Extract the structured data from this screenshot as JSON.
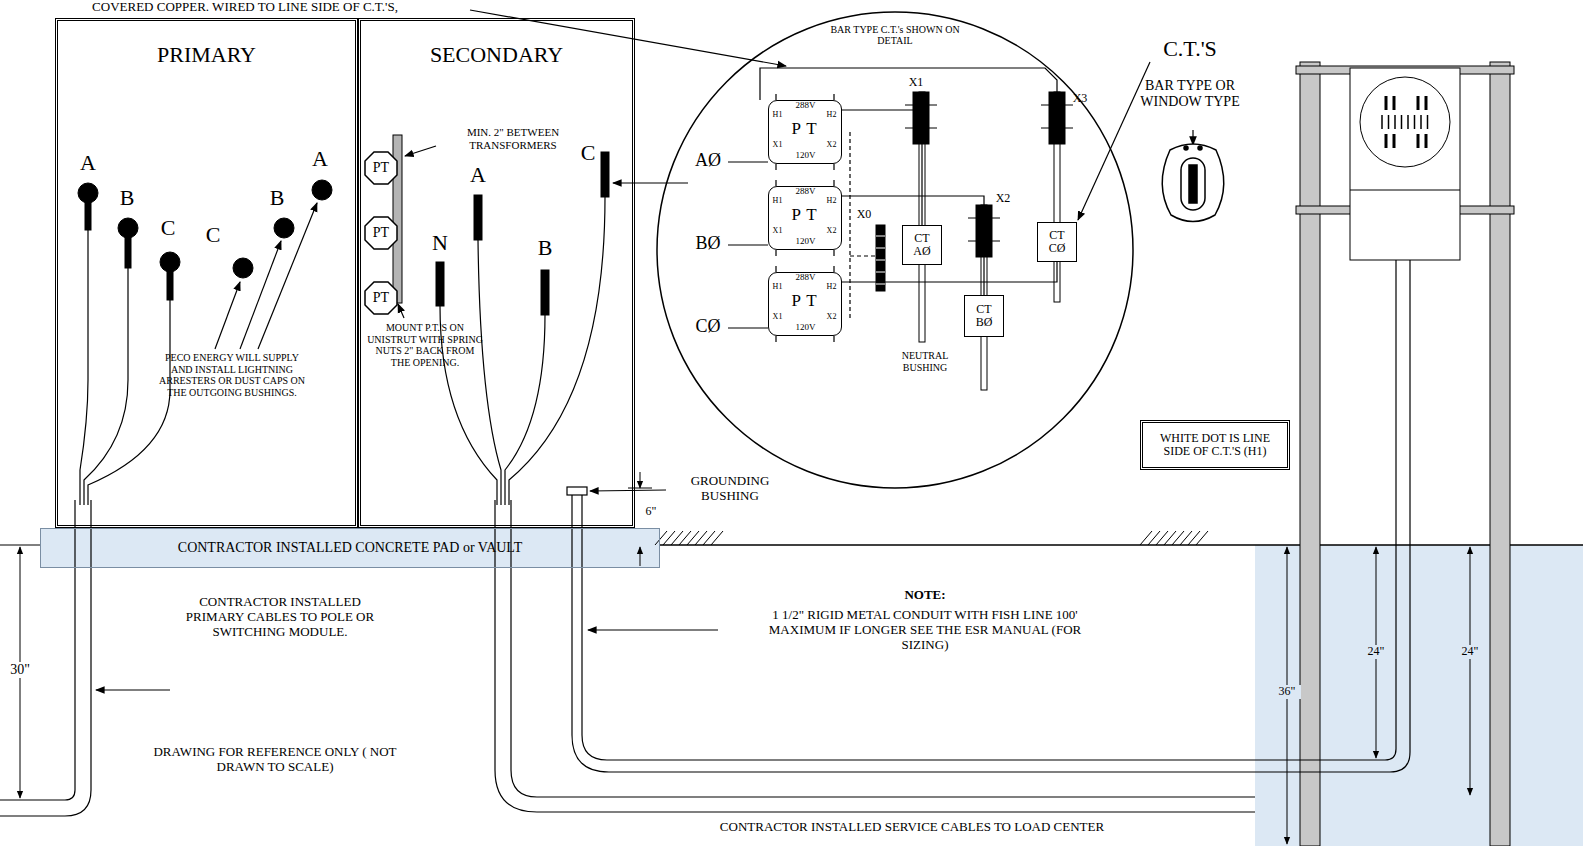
{
  "diagram": {
    "nodes": [
      {
        "text": [
          "PRIMARY"
        ]
      },
      {
        "text": [
          "SECONDARY"
        ]
      },
      {
        "text": [
          "PT"
        ],
        "in": 1
      },
      {
        "text": [
          "PT"
        ],
        "in": 1
      },
      {
        "text": [
          "PT"
        ],
        "in": 1
      },
      {
        "text": [
          "BAR TYPE C.T.'s SHOWN ON DETAIL"
        ]
      },
      {
        "text": [
          "288V",
          "H1",
          "H2",
          "P T",
          "X1",
          "X2",
          "120V"
        ],
        "in": 5
      },
      {
        "text": [
          "288V",
          "H1",
          "H2",
          "P T",
          "X1",
          "X2",
          "120V"
        ],
        "in": 5
      },
      {
        "text": [
          "288V",
          "H1",
          "H2",
          "P T",
          "X1",
          "X2",
          "120V"
        ],
        "in": 5
      },
      {
        "text": [
          "CT AØ"
        ],
        "in": 5
      },
      {
        "text": [
          "CT BØ"
        ],
        "in": 5
      },
      {
        "text": [
          "CT CØ"
        ],
        "in": 5
      },
      {
        "text": [
          "WHITE DOT IS LINE SIDE OF C.T.'S (H1)"
        ]
      },
      {
        "text": [
          "CONTRACTOR INSTALLED CONCRETE PAD or VAULT"
        ]
      }
    ],
    "edges": [
      {
        "from": 6,
        "to": 9,
        "arrow": "none"
      },
      {
        "from": 7,
        "to": 10,
        "arrow": "none"
      },
      {
        "from": 8,
        "to": 11,
        "arrow": "none"
      }
    ],
    "labels": [
      "COVERED COPPER. WIRED TO LINE SIDE OF C.T.'S,",
      "A",
      "B",
      "C",
      "C",
      "B",
      "A",
      "PECO ENERGY WILL SUPPLY AND INSTALL LIGHTNING ARRESTERS OR DUST CAPS ON THE OUTGOING BUSHINGS.",
      "MIN. 2\" BETWEEN TRANSFORMERS",
      "A",
      "C",
      "N",
      "B",
      "MOUNT P.T.'S ON UNISTRUT WITH SPRING NUTS 2\" BACK FROM THE OPENING.",
      "AØ",
      "BØ",
      "CØ",
      "X1",
      "X2",
      "X3",
      "X0",
      "NEUTRAL BUSHING",
      "C.T.'S",
      "BAR TYPE OR WINDOW TYPE",
      "GROUNDING BUSHING",
      "6\"",
      "30\"",
      "CONTRACTOR INSTALLED PRIMARY CABLES TO POLE OR SWITCHING MODULE.",
      "DRAWING FOR REFERENCE ONLY ( NOT DRAWN TO SCALE)",
      "NOTE:",
      "1 1/2\" RIGID METAL CONDUIT WITH FISH LINE 100' MAXIMUM IF LONGER SEE THE ESR MANUAL (FOR SIZING)",
      "CONTRACTOR INSTALLED SERVICE CABLES TO LOAD CENTER",
      "36\"",
      "24\"",
      "24\""
    ]
  }
}
